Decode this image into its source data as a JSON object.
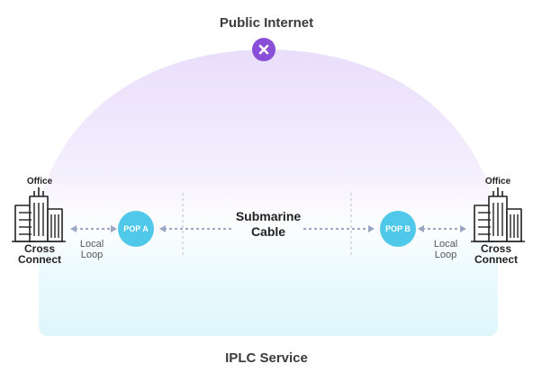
{
  "public_internet": {
    "label": "Public Internet",
    "icon": "close-icon",
    "color": "#8a4fd8"
  },
  "iplc_service": {
    "label": "IPLC Service"
  },
  "submarine_cable": {
    "label": "Submarine\nCable"
  },
  "left_site": {
    "office_label": "Office",
    "cross_connect_label": "Cross\nConnect",
    "local_loop_label": "Local\nLoop",
    "pop_label": "POP A"
  },
  "right_site": {
    "office_label": "Office",
    "cross_connect_label": "Cross\nConnect",
    "local_loop_label": "Local\nLoop",
    "pop_label": "POP B"
  },
  "colors": {
    "pop": "#4fc8ea",
    "connector": "#9aa6c4",
    "arc": "#ece3fb",
    "service_box": "#e6f8fd"
  }
}
